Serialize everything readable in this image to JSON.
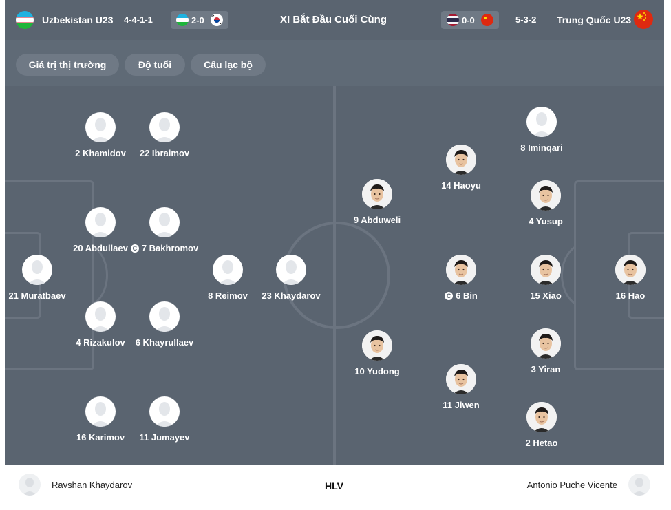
{
  "header": {
    "home_team": "Uzbekistan U23",
    "home_formation": "4-4-1-1",
    "home_recent_score": "2-0",
    "title": "XI Bắt Đầu Cuối Cùng",
    "away_recent_score": "0-0",
    "away_formation": "5-3-2",
    "away_team": "Trung Quốc U23"
  },
  "filters": [
    "Giá trị thị trường",
    "Độ tuổi",
    "Câu lạc bộ"
  ],
  "home_players": [
    {
      "label": "2 Khamidov"
    },
    {
      "label": "22 Ibraimov"
    },
    {
      "label": "20 Abdullaev"
    },
    {
      "label": "7 Bakhromov",
      "captain": true
    },
    {
      "label": "21 Muratbaev"
    },
    {
      "label": "8 Reimov"
    },
    {
      "label": "23 Khaydarov"
    },
    {
      "label": "4 Rizakulov"
    },
    {
      "label": "6 Khayrullaev"
    },
    {
      "label": "16 Karimov"
    },
    {
      "label": "11 Jumayev"
    }
  ],
  "away_players": [
    {
      "label": "8 Iminqari"
    },
    {
      "label": "14 Haoyu",
      "photo": true
    },
    {
      "label": "9 Abduweli",
      "photo": true
    },
    {
      "label": "4 Yusup",
      "photo": true
    },
    {
      "label": "6 Bin",
      "captain": true,
      "photo": true
    },
    {
      "label": "15 Xiao",
      "photo": true
    },
    {
      "label": "16 Hao",
      "photo": true
    },
    {
      "label": "10 Yudong",
      "photo": true
    },
    {
      "label": "3 Yiran",
      "photo": true
    },
    {
      "label": "11 Jiwen",
      "photo": true
    },
    {
      "label": "2 Hetao",
      "photo": true
    }
  ],
  "footer": {
    "home_coach": "Ravshan Khaydarov",
    "label": "HLV",
    "away_coach": "Antonio Puche Vicente"
  },
  "colors": {
    "bg": "#5a6470",
    "lines": "#6b7480",
    "pill": "#6f7985"
  },
  "icons": [
    "uzbekistan-flag-icon",
    "south-korea-flag-icon",
    "thailand-flag-icon",
    "china-flag-icon",
    "captain-icon",
    "player-silhouette-icon"
  ]
}
